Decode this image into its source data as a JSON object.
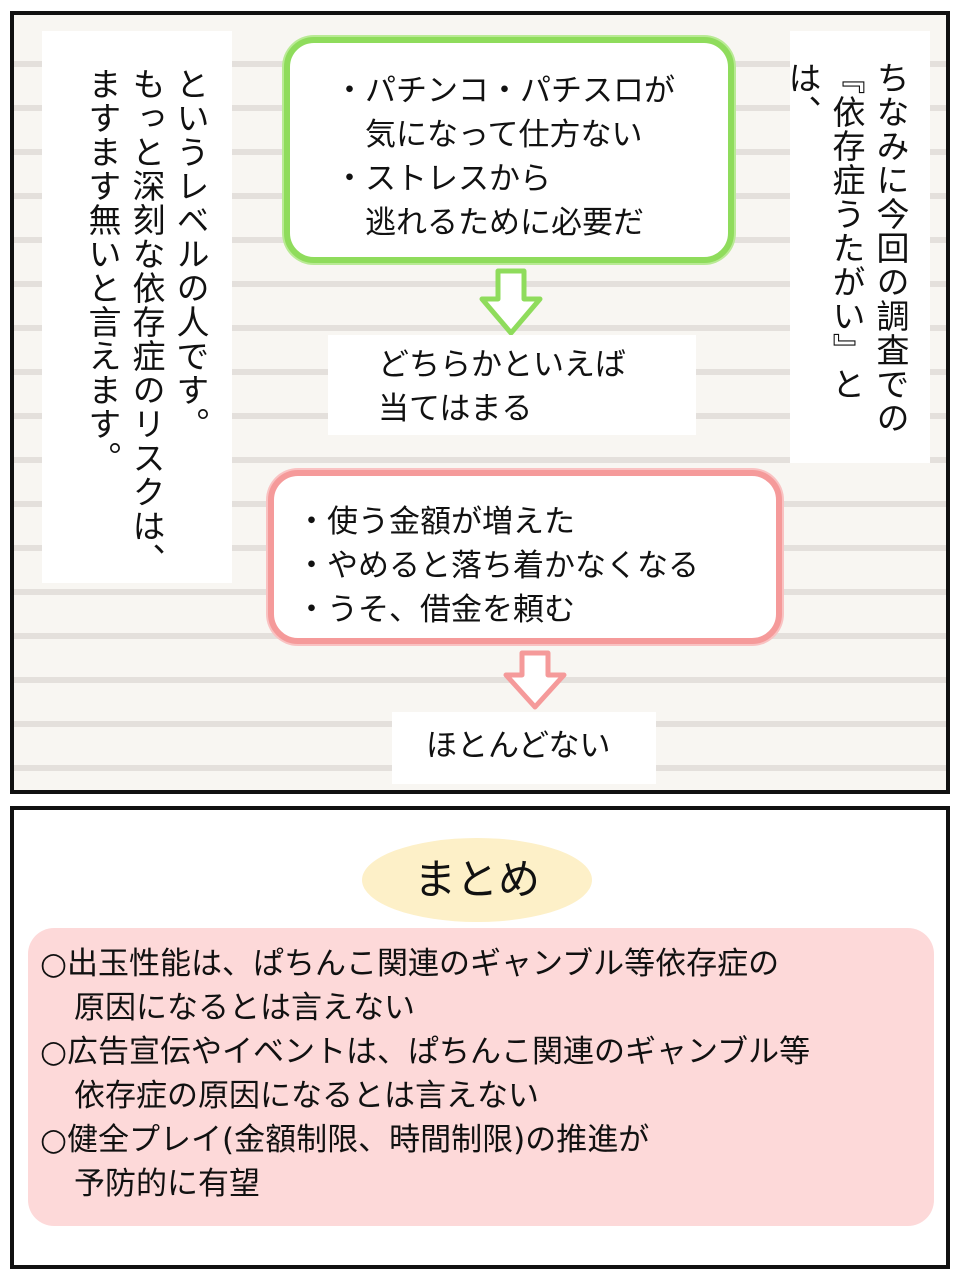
{
  "panel1": {
    "vertical_right": "ちなみに今回の調査での『依存症うたがい』とは、",
    "green_box": [
      "・パチンコ・パチスロが",
      "　気になって仕方ない",
      "・ストレスから",
      "　逃れるために必要だ"
    ],
    "label1": [
      "どちらかといえば",
      "当てはまる"
    ],
    "red_box": [
      "・使う金額が増えた",
      "・やめると落ち着かなくなる",
      "・うそ、借金を頼む"
    ],
    "label2": "ほとんどない",
    "vertical_left": [
      "というレベルの人です。",
      "もっと深刻な依存症のリスクは、",
      "ますます無いと言えます。"
    ],
    "colors": {
      "green": "#8fdc5c",
      "red": "#f59a9a"
    }
  },
  "panel2": {
    "title": "まとめ",
    "items": [
      {
        "line1": "○出玉性能は、ぱちんこ関連のギャンブル等依存症の",
        "line2": "原因になるとは言えない"
      },
      {
        "line1": "○広告宣伝やイベントは、ぱちんこ関連のギャンブル等",
        "line2": "依存症の原因になるとは言えない"
      },
      {
        "line1": "○健全プレイ(金額制限、時間制限)の推進が",
        "line2": "予防的に有望"
      }
    ],
    "colors": {
      "title_bg": "#fdf0c8",
      "summary_bg": "#fdd9d9"
    }
  }
}
